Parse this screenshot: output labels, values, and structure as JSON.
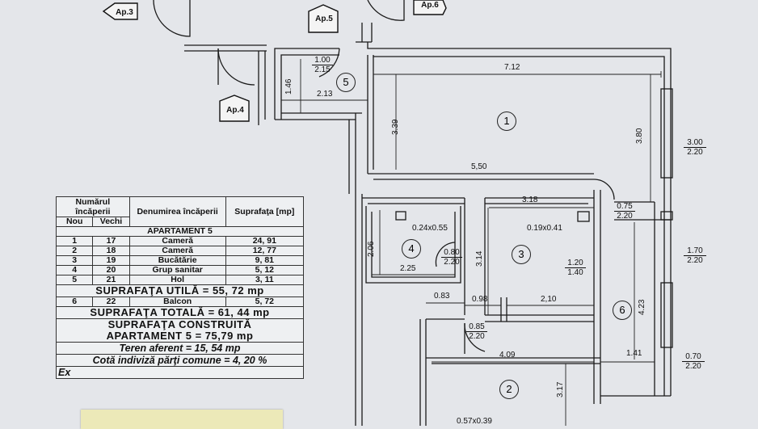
{
  "tags": {
    "ap3": "Ap.3",
    "ap4": "Ap.4",
    "ap5": "Ap.5",
    "ap6": "Ap.6"
  },
  "dims": {
    "d_712": "7.12",
    "d_550": "5,50",
    "d_339": "3.39",
    "d_380": "3.80",
    "d_146": "1.46",
    "d_213": "2.13",
    "d_318": "3.18",
    "d_206": "2.06",
    "d_225": "2.25",
    "d_083": "0.83",
    "d_098": "0.98",
    "d_210": "2,10",
    "d_314": "3.14",
    "d_409": "4.09",
    "d_317": "3.17",
    "d_141": "1.41",
    "d_423": "4.23",
    "d_024x055": "0.24x0.55",
    "d_019x041": "0.19x0.41",
    "d_057x039": "0.57x0.39"
  },
  "fractions": {
    "f1": {
      "n": "1.00",
      "d": "2.15"
    },
    "f2": {
      "n": "3.00",
      "d": "2.20"
    },
    "f3": {
      "n": "0.75",
      "d": "2.20"
    },
    "f4": {
      "n": "1.70",
      "d": "2.20"
    },
    "f5": {
      "n": "0.80",
      "d": "2.20"
    },
    "f6": {
      "n": "1.20",
      "d": "1.40"
    },
    "f7": {
      "n": "0.85",
      "d": "2.20"
    },
    "f8": {
      "n": "0.70",
      "d": "2.20"
    }
  },
  "rooms": [
    "1",
    "2",
    "3",
    "4",
    "5",
    "6"
  ],
  "table": {
    "h_numar": "Numărul încăperii",
    "h_denumire": "Denumirea încăperii",
    "h_suprafata": "Suprafaţa [mp]",
    "h_nou": "Nou",
    "h_vechi": "Vechi",
    "section": "APARTAMENT 5",
    "rows": [
      {
        "nou": "1",
        "vechi": "17",
        "name": "Cameră",
        "area": "24, 91"
      },
      {
        "nou": "2",
        "vechi": "18",
        "name": "Cameră",
        "area": "12, 77"
      },
      {
        "nou": "3",
        "vechi": "19",
        "name": "Bucătărie",
        "area": "9, 81"
      },
      {
        "nou": "4",
        "vechi": "20",
        "name": "Grup sanitar",
        "area": "5, 12"
      },
      {
        "nou": "5",
        "vechi": "21",
        "name": "Hol",
        "area": "3, 11"
      }
    ],
    "util": "SUPRAFAŢA UTILĂ = 55, 72 mp",
    "balcon": {
      "nou": "6",
      "vechi": "22",
      "name": "Balcon",
      "area": "5, 72"
    },
    "totala": "SUPRAFAŢA TOTALĂ = 61, 44 mp",
    "construita1": "SUPRAFAŢA CONSTRUITĂ",
    "construita2": "APARTAMENT 5 = 75,79 mp",
    "teren": "Teren aferent = 15, 54 mp",
    "cota": "Cotă indiviză părţi comune = 4, 20 %",
    "last": "Ex"
  }
}
